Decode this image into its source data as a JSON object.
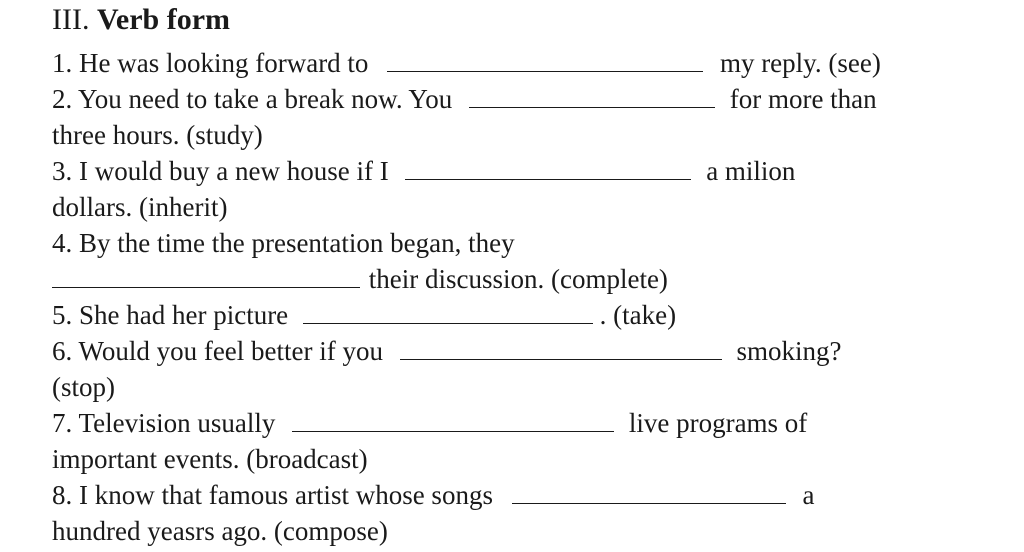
{
  "section": {
    "numeral": "III.",
    "title": "Verb form"
  },
  "items": [
    {
      "before": "1. He was looking forward to",
      "after": "my reply. (see)"
    },
    {
      "before": "2. You need to take a break now. You",
      "after": "for more than",
      "cont": "three hours. (study)"
    },
    {
      "before": "3. I would buy a new house if I",
      "after": "a milion",
      "cont": "dollars. (inherit)"
    },
    {
      "before": "4. By the time the presentation began, they",
      "after": "their discussion. (complete)"
    },
    {
      "before": "5. She had her picture",
      "after": ". (take)"
    },
    {
      "before": "6. Would you feel better if you",
      "after": "smoking?",
      "cont": "(stop)"
    },
    {
      "before": "7. Television usually",
      "after": "live programs of",
      "cont": "important events. (broadcast)"
    },
    {
      "before": "8. I know that famous artist whose songs",
      "after": "a",
      "cont": "hundred yeasrs ago. (compose)"
    }
  ]
}
